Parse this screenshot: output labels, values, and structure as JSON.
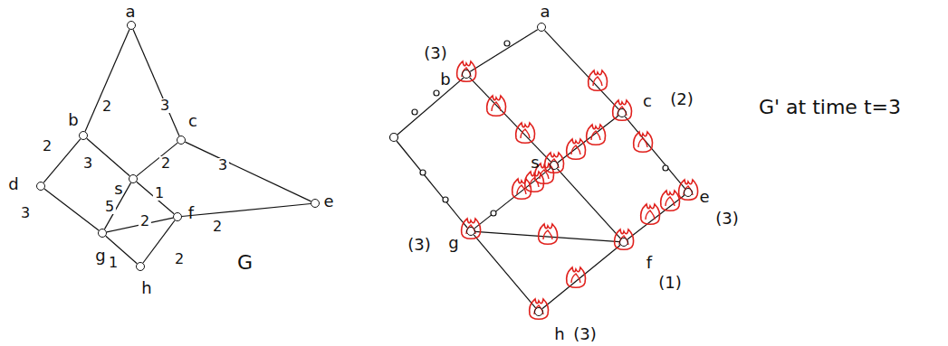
{
  "diagram": {
    "nodes": [
      {
        "text": [
          "a"
        ]
      },
      {
        "text": [
          "b"
        ]
      },
      {
        "text": [
          "c"
        ]
      },
      {
        "text": [
          "d"
        ]
      },
      {
        "text": [
          "s"
        ]
      },
      {
        "text": [
          "e"
        ]
      },
      {
        "text": [
          "f"
        ]
      },
      {
        "text": [
          "g"
        ]
      },
      {
        "text": [
          "h"
        ]
      },
      {
        "text": [
          "a"
        ]
      },
      {
        "text": [
          "b",
          "(3)"
        ]
      },
      {
        "text": [
          "c",
          "(2)"
        ]
      },
      {
        "text": [
          "s"
        ]
      },
      {
        "text": [
          "e",
          "(3)"
        ]
      },
      {
        "text": [
          "f",
          "(1)"
        ]
      },
      {
        "text": [
          "g",
          "(3)"
        ]
      },
      {
        "text": [
          "h",
          "(3)"
        ]
      }
    ],
    "edges": [
      {
        "from": 0,
        "to": 1,
        "arrow": "none",
        "label": "2"
      },
      {
        "from": 0,
        "to": 2,
        "arrow": "none",
        "label": "3"
      },
      {
        "from": 1,
        "to": 3,
        "arrow": "none",
        "label": "2"
      },
      {
        "from": 1,
        "to": 4,
        "arrow": "none",
        "label": "3"
      },
      {
        "from": 2,
        "to": 4,
        "arrow": "none",
        "label": "2"
      },
      {
        "from": 2,
        "to": 5,
        "arrow": "none",
        "label": "3"
      },
      {
        "from": 3,
        "to": 7,
        "arrow": "none",
        "label": "3"
      },
      {
        "from": 7,
        "to": 4,
        "arrow": "none",
        "label": "5"
      },
      {
        "from": 4,
        "to": 6,
        "arrow": "none",
        "label": "1"
      },
      {
        "from": 7,
        "to": 6,
        "arrow": "none",
        "label": "2"
      },
      {
        "from": 6,
        "to": 5,
        "arrow": "none",
        "label": "2"
      },
      {
        "from": 7,
        "to": 8,
        "arrow": "none",
        "label": "1"
      },
      {
        "from": 8,
        "to": 6,
        "arrow": "none",
        "label": "2"
      },
      {
        "from": 9,
        "to": 10,
        "arrow": "none"
      },
      {
        "from": 9,
        "to": 11,
        "arrow": "none"
      },
      {
        "from": 10,
        "to": 12,
        "arrow": "none"
      },
      {
        "from": 11,
        "to": 12,
        "arrow": "none"
      },
      {
        "from": 11,
        "to": 13,
        "arrow": "none"
      },
      {
        "from": 15,
        "to": 12,
        "arrow": "none"
      },
      {
        "from": 12,
        "to": 14,
        "arrow": "none"
      },
      {
        "from": 15,
        "to": 14,
        "arrow": "none"
      },
      {
        "from": 14,
        "to": 13,
        "arrow": "none"
      },
      {
        "from": 15,
        "to": 16,
        "arrow": "none"
      },
      {
        "from": 16,
        "to": 14,
        "arrow": "none"
      }
    ],
    "labels": [
      "G",
      "G' at time t=3"
    ]
  }
}
